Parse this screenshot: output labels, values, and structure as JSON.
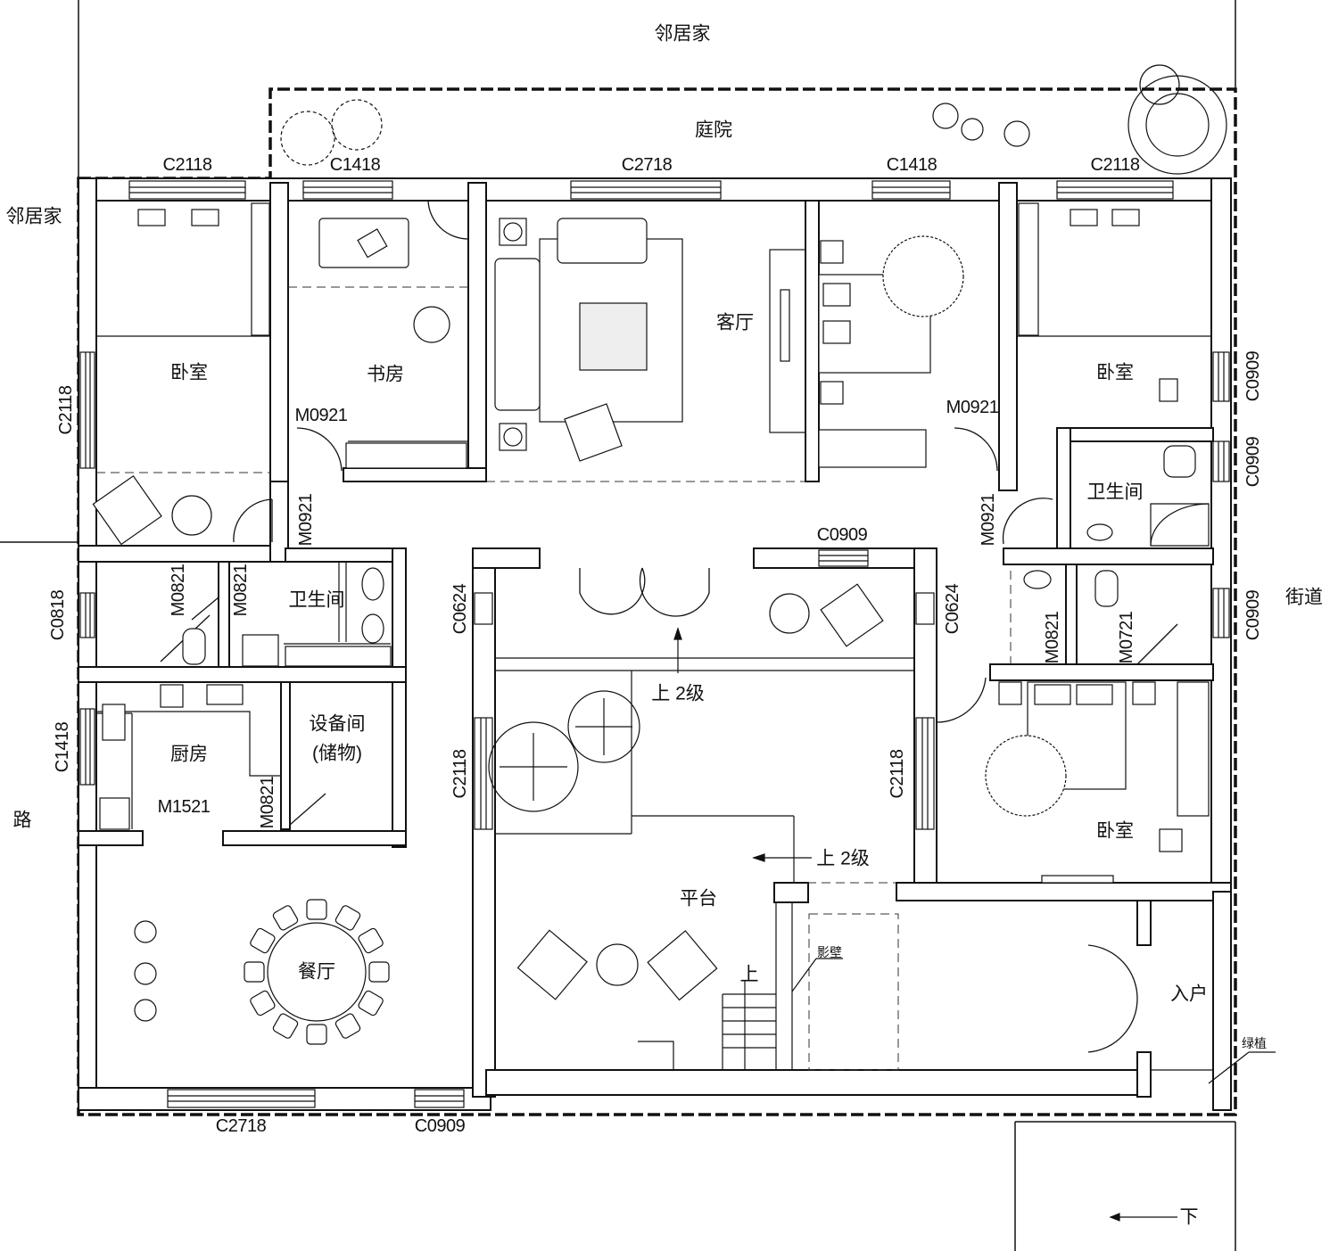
{
  "surroundings": {
    "neighbor_top": "邻居家",
    "neighbor_left": "邻居家",
    "courtyard": "庭院",
    "road": "路",
    "street": "街道"
  },
  "rooms": {
    "bedroom_nw": "卧室",
    "study": "书房",
    "living_room": "客厅",
    "bedroom_ne": "卧室",
    "bathroom_e": "卫生间",
    "bathroom_w": "卫生间",
    "kitchen": "厨房",
    "equipment_room": "设备间",
    "storage": "(储物)",
    "dining_room": "餐厅",
    "terrace": "平台",
    "entrance": "入户",
    "bedroom_se": "卧室",
    "screen_wall": "影壁",
    "planting": "绿植"
  },
  "annotations": {
    "up_2_steps_a": "上 2级",
    "up_2_steps_b": "上 2级",
    "up": "上",
    "down": "下"
  },
  "windows": {
    "top_1": "C2118",
    "top_2": "C1418",
    "top_3": "C2718",
    "top_4": "C1418",
    "top_5": "C2118",
    "left_1": "C2118",
    "left_2": "C0818",
    "left_3": "C1418",
    "right_1": "C0909",
    "right_2": "C0909",
    "right_3": "C0909",
    "bottom_1": "C2718",
    "bottom_2": "C0909",
    "court_top": "C0909",
    "court_l1": "C0624",
    "court_r1": "C0624",
    "court_l2": "C2118",
    "court_r2": "C2118"
  },
  "doors": {
    "study": "M0921",
    "bedroom_ne": "M0921",
    "bedroom_nw": "M0921",
    "hall_e": "M0921",
    "wc_1": "M0821",
    "wc_2": "M0821",
    "wc_e1": "M0821",
    "wc_e2": "M0721",
    "kitchen": "M1521",
    "equipment": "M0821"
  }
}
